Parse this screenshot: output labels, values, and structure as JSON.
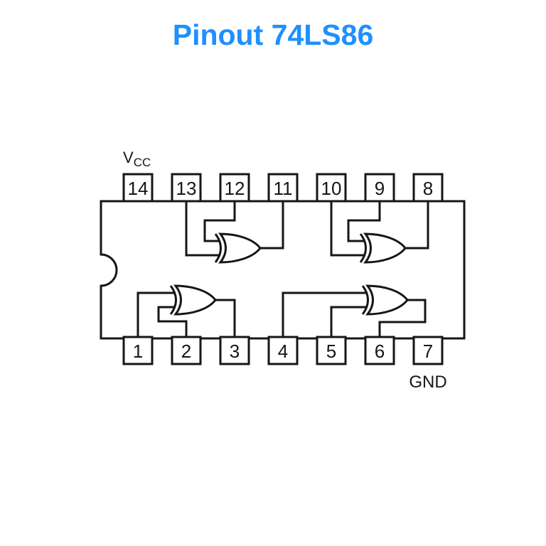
{
  "title": {
    "text": "Pinout 74LS86",
    "color": "#1e90ff"
  },
  "labels": {
    "vcc_main": "V",
    "vcc_sub": "CC",
    "gnd": "GND"
  },
  "chip": {
    "part": "74LS86",
    "package": "DIP-14",
    "top_pins": [
      "14",
      "13",
      "12",
      "11",
      "10",
      "9",
      "8"
    ],
    "bottom_pins": [
      "1",
      "2",
      "3",
      "4",
      "5",
      "6",
      "7"
    ],
    "power_pin": "14",
    "ground_pin": "7"
  },
  "gates": [
    {
      "id": "gate-1",
      "type": "XOR",
      "position": "bottom-left",
      "inputs": [
        "1",
        "2"
      ],
      "output": "3"
    },
    {
      "id": "gate-2",
      "type": "XOR",
      "position": "bottom-right",
      "inputs": [
        "4",
        "5"
      ],
      "output": "6"
    },
    {
      "id": "gate-3",
      "type": "XOR",
      "position": "top-right",
      "inputs": [
        "10",
        "9"
      ],
      "output": "8"
    },
    {
      "id": "gate-4",
      "type": "XOR",
      "position": "top-left",
      "inputs": [
        "13",
        "12"
      ],
      "output": "11"
    }
  ],
  "colors": {
    "ink": "#161616",
    "background": "#ffffff",
    "title": "#1e90ff"
  }
}
